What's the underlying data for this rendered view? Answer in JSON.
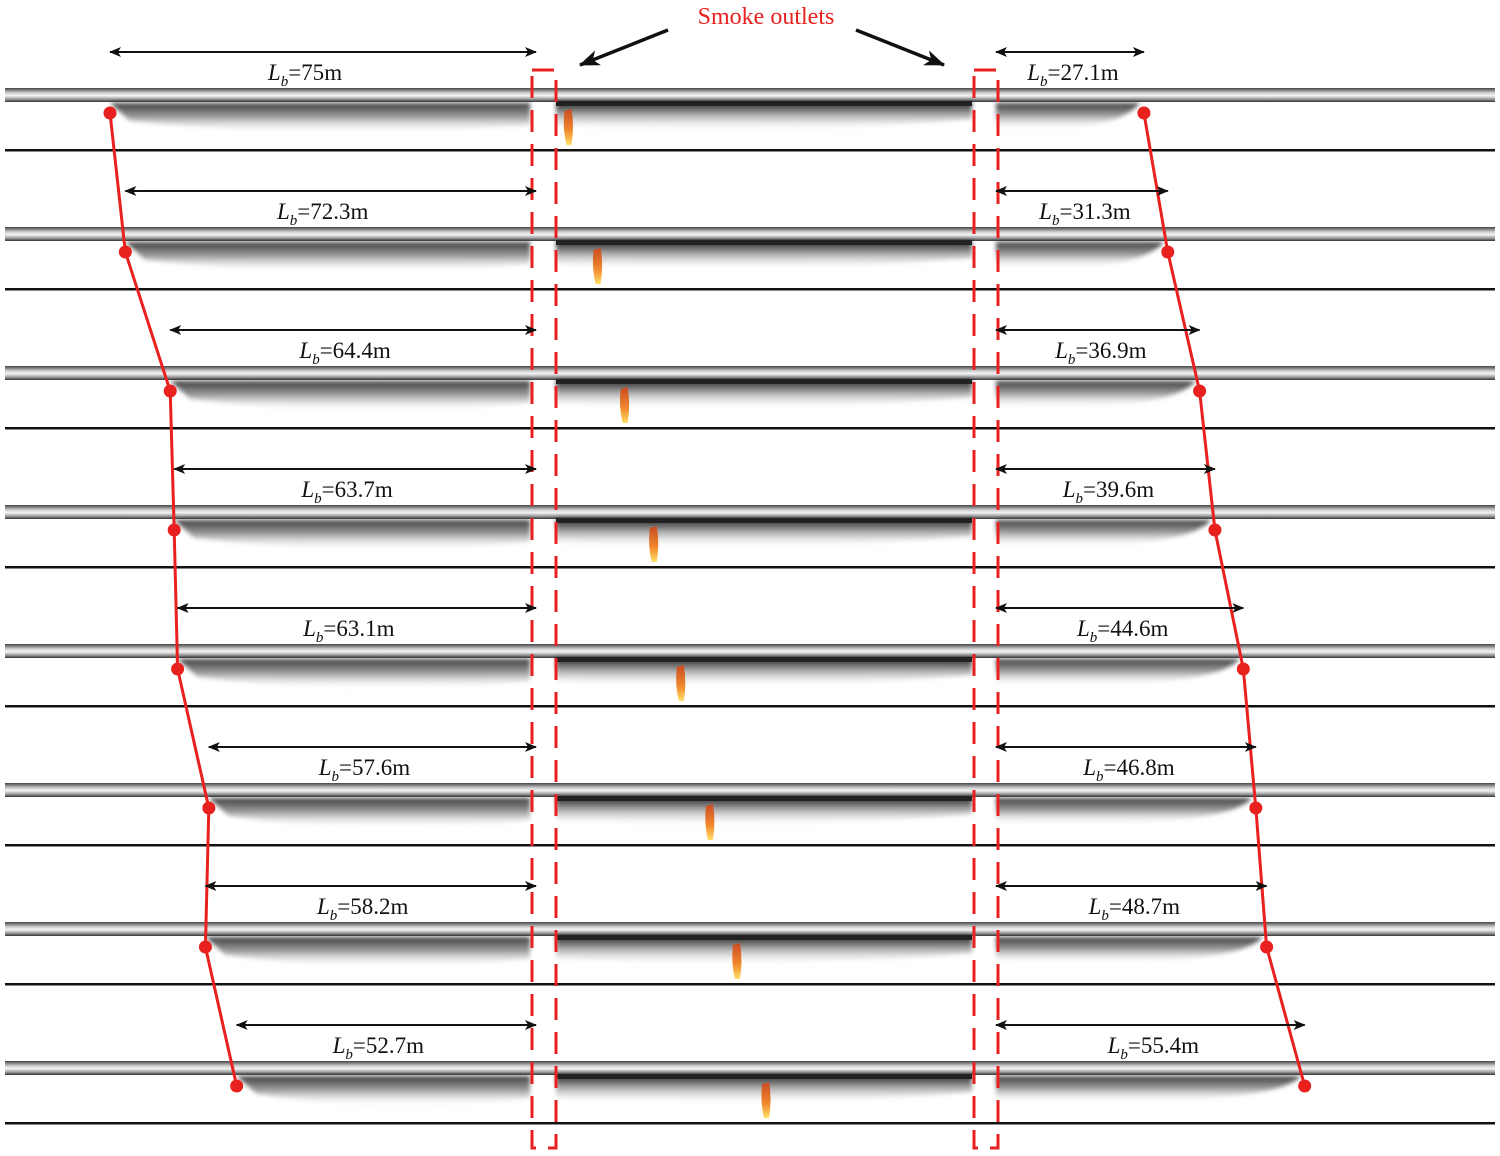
{
  "title": "Smoke outlets",
  "label_symbol": "L",
  "label_subscript": "b",
  "label_unit": "m",
  "colors": {
    "accent": "#e8211f",
    "smoke": "#3a3a3a",
    "flame": "#f07a2a",
    "rail": "#111111"
  },
  "rows": [
    {
      "left_length": "75",
      "right_length": "27.1",
      "fire_position": 0.03
    },
    {
      "left_length": "72.3",
      "right_length": "31.3",
      "fire_position": 0.1
    },
    {
      "left_length": "64.4",
      "right_length": "36.9",
      "fire_position": 0.165
    },
    {
      "left_length": "63.7",
      "right_length": "39.6",
      "fire_position": 0.235
    },
    {
      "left_length": "63.1",
      "right_length": "44.6",
      "fire_position": 0.3
    },
    {
      "left_length": "57.6",
      "right_length": "46.8",
      "fire_position": 0.37
    },
    {
      "left_length": "58.2",
      "right_length": "48.7",
      "fire_position": 0.435
    },
    {
      "left_length": "52.7",
      "right_length": "55.4",
      "fire_position": 0.505
    }
  ]
}
